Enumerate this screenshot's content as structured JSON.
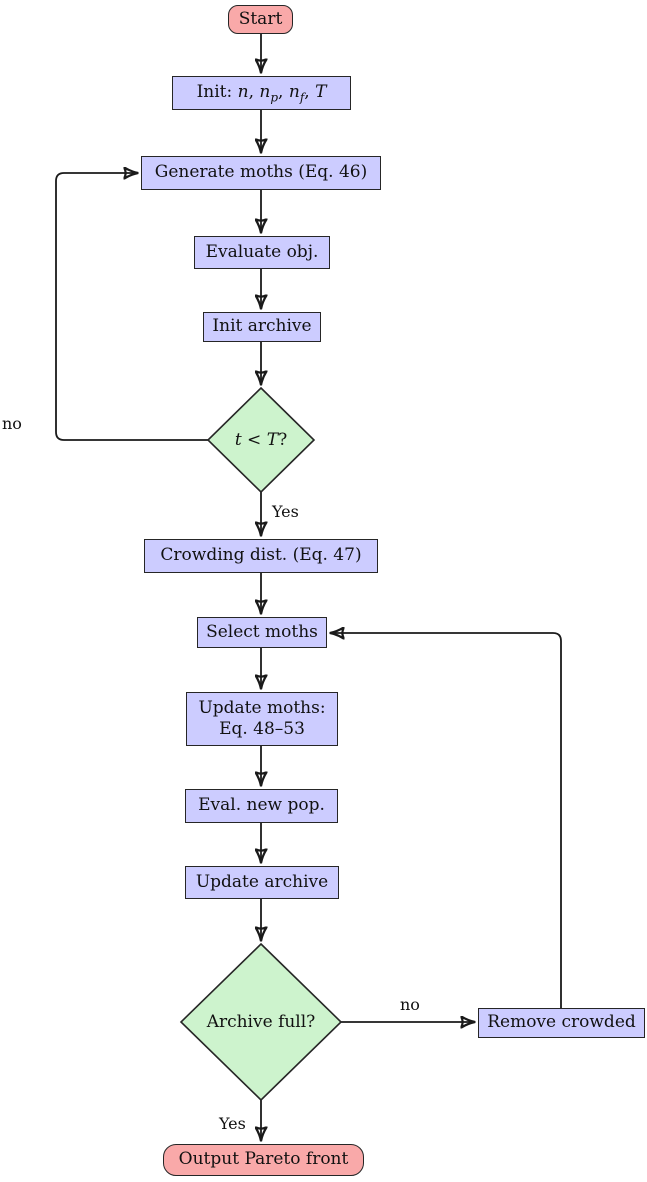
{
  "diagram": {
    "nodes": {
      "start": {
        "label": "Start"
      },
      "init": {
        "parts": [
          "Init: ",
          "n",
          ", ",
          "n",
          "p",
          ", ",
          "n",
          "f",
          ", ",
          "T"
        ]
      },
      "generate_moths": {
        "label": "Generate moths (Eq. 46)"
      },
      "evaluate_obj": {
        "label": "Evaluate obj."
      },
      "init_archive": {
        "label": "Init archive"
      },
      "iter_check": {
        "parts": [
          "t",
          " < ",
          "T",
          "?"
        ]
      },
      "crowding_dist": {
        "label": "Crowding dist. (Eq. 47)"
      },
      "select_moths": {
        "label": "Select moths"
      },
      "update_moths": {
        "line1": "Update moths:",
        "line2": "Eq. 48–53"
      },
      "eval_new_pop": {
        "label": "Eval. new pop."
      },
      "update_archive": {
        "label": "Update archive"
      },
      "archive_full": {
        "label": "Archive full?"
      },
      "remove_crowded": {
        "label": "Remove crowded"
      },
      "output_pareto": {
        "label": "Output Pareto front"
      }
    },
    "edge_labels": {
      "iter_no": "no",
      "iter_yes": "Yes",
      "archive_no": "no",
      "archive_yes": "Yes"
    },
    "colors": {
      "process_fill": "#ccccff",
      "decision_fill": "#cdf3cd",
      "terminal_fill": "#f9a9a9",
      "stroke": "#1a1a1a"
    }
  }
}
